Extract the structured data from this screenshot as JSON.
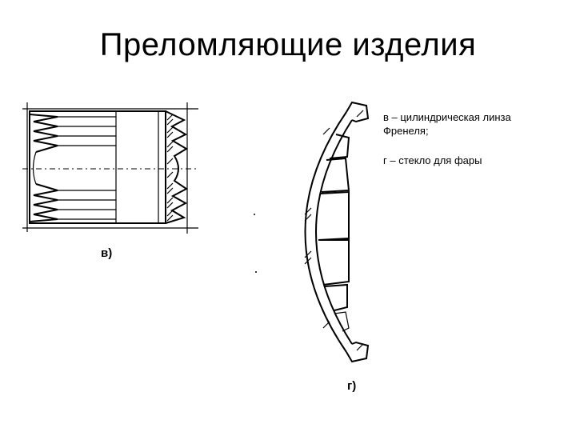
{
  "slide": {
    "title": "Преломляющие изделия"
  },
  "caption": {
    "item_v": [
      "в – цилиндрическая линза",
      "Френеля;"
    ],
    "item_g": "г – стекло для фары"
  },
  "figures": {
    "label_v": "в)",
    "label_g": "г)"
  }
}
